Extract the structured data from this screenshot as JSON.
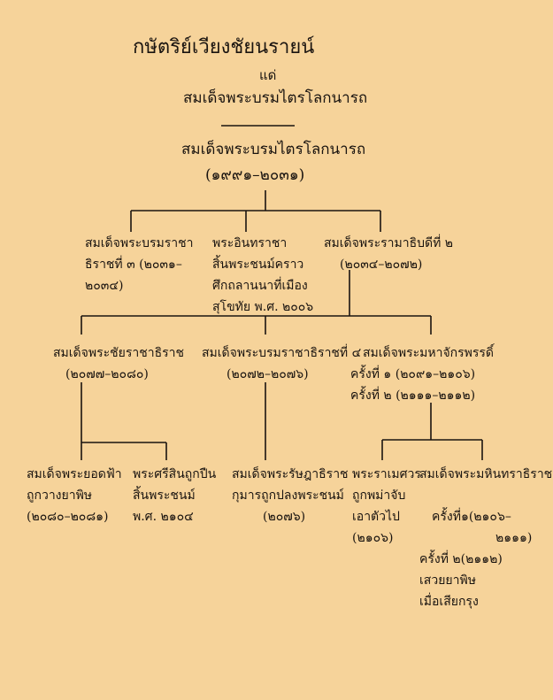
{
  "title": "กษัตริย์เวียงชัยนรายน์",
  "connector": "แด่",
  "subtitle": "สมเด็จพระบรมไตรโลกนารถ",
  "root": {
    "name": "สมเด็จพระบรมไตรโลกนารถ",
    "years": "(๑๙๙๑–๒๐๓๑)"
  },
  "generation1": [
    {
      "lines": [
        "สมเด็จพระบรมราชา",
        "ธิราชที่ ๓ (๒๐๓๑–",
        "๒๐๓๔)"
      ]
    },
    {
      "lines": [
        "พระอินทราชา",
        "สิ้นพระชนม์คราว",
        "ศึกถลานนาที่เมือง",
        "สุโขทัย พ.ศ. ๒๐๐๖"
      ]
    },
    {
      "lines": [
        "สมเด็จพระรามาธิบดีที่ ๒",
        "(๒๐๓๔–๒๐๗๒)"
      ]
    }
  ],
  "generation2": [
    {
      "lines": [
        "สมเด็จพระชัยราชาธิราช",
        "(๒๐๗๗–๒๐๘๐)"
      ]
    },
    {
      "lines": [
        "สมเด็จพระบรมราชาธิราชที่ ๔",
        "(๒๐๗๒–๒๐๗๖)"
      ]
    },
    {
      "lines": [
        "สมเด็จพระมหาจักรพรรดิ์",
        "ครั้งที่ ๑ (๒๐๙๑–๒๑๐๖)",
        "ครั้งที่ ๒ (๒๑๑๑–๒๑๑๒)"
      ]
    }
  ],
  "generation3": [
    {
      "lines": [
        "สมเด็จพระยอดฟ้า",
        "ถูกวางยาพิษ",
        "(๒๐๘๐–๒๐๘๑)"
      ]
    },
    {
      "lines": [
        "พระศรีสินถูกปืน",
        "สิ้นพระชนม์",
        "พ.ศ. ๒๑๐๔"
      ]
    },
    {
      "lines": [
        "สมเด็จพระรัษฎาธิราช",
        "กุมารถูกปลงพระชนม์",
        "(๒๐๗๖)"
      ]
    },
    {
      "lines": [
        "พระราเมศวร",
        "ถูกพม่าจับ",
        "เอาตัวไป",
        "(๒๑๐๖)"
      ]
    },
    {
      "lines": [
        "สมเด็จพระมหินทราธิราช",
        "ครั้งที่๑(๒๑๐๖–",
        "๒๑๑๑)",
        "ครั้งที่ ๒(๒๑๑๒)",
        "เสวยยาพิษ",
        "เมื่อเสียกรุง"
      ]
    }
  ]
}
